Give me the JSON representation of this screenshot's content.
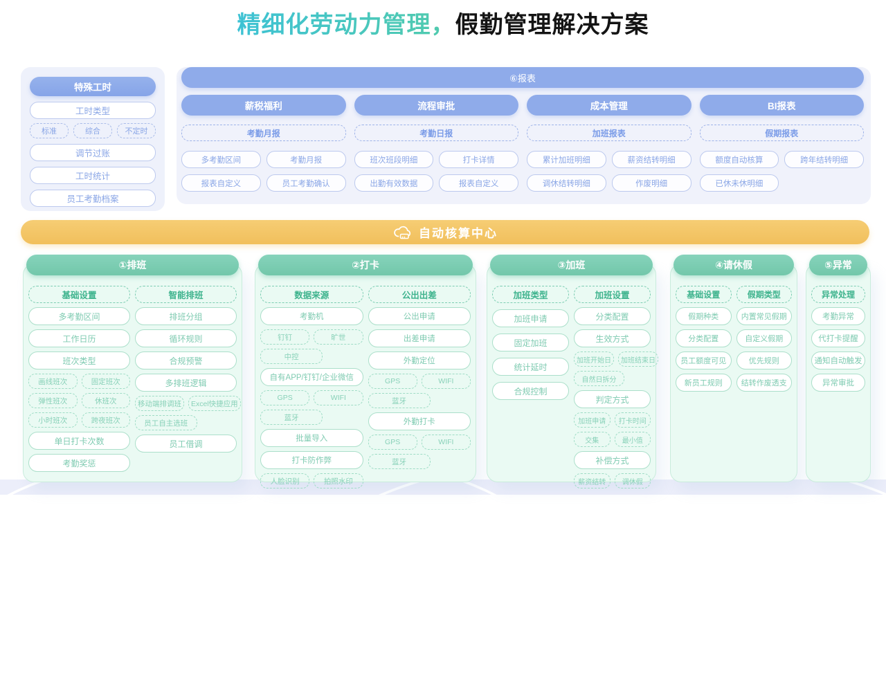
{
  "title": {
    "highlight": "精细化劳动力管理，",
    "rest": "假勤管理解决方案"
  },
  "colors": {
    "blue": "#8fabea",
    "green": "#7fceb5",
    "orange": "#f3c569",
    "teal_gradient": [
      "#3ec2d4",
      "#52cbac"
    ]
  },
  "special_hours": {
    "header": "特殊工时",
    "rows": [
      {
        "type": "solid",
        "label": "工时类型"
      },
      {
        "type": "dashrow",
        "labels": [
          "标准",
          "综合",
          "不定时"
        ]
      },
      {
        "type": "solid",
        "label": "调节过账"
      },
      {
        "type": "solid",
        "label": "工时统计"
      },
      {
        "type": "solid",
        "label": "员工考勤档案"
      }
    ]
  },
  "reports": {
    "header": "⑥报表",
    "sections": [
      {
        "title": "薪税福利",
        "badge": "考勤月报",
        "items": [
          "多考勤区间",
          "考勤月报",
          "报表自定义",
          "员工考勤确认"
        ]
      },
      {
        "title": "流程审批",
        "badge": "考勤日报",
        "items": [
          "班次班段明细",
          "打卡详情",
          "出勤有效数据",
          "报表自定义"
        ]
      },
      {
        "title": "成本管理",
        "badge": "加班报表",
        "items": [
          "累计加班明细",
          "薪资结转明细",
          "调休结转明细",
          "作废明细"
        ]
      },
      {
        "title": "BI报表",
        "badge": "假期报表",
        "items": [
          "额度自动核算",
          "跨年结转明细",
          "已休未休明细"
        ]
      }
    ]
  },
  "auto_center": {
    "label": "自动核算中心",
    "icon": "cloud-server-icon"
  },
  "modules": [
    {
      "header": "①排班",
      "cols": [
        [
          {
            "t": "section",
            "l": "基础设置"
          },
          {
            "t": "solid",
            "l": "多考勤区间"
          },
          {
            "t": "solid",
            "l": "工作日历"
          },
          {
            "t": "solid",
            "l": "班次类型"
          },
          {
            "t": "dashrow",
            "ls": [
              "画线班次",
              "固定班次"
            ]
          },
          {
            "t": "dashrow",
            "ls": [
              "弹性班次",
              "休班次"
            ]
          },
          {
            "t": "dashrow",
            "ls": [
              "小时班次",
              "跨夜班次"
            ]
          },
          {
            "t": "solid",
            "l": "单日打卡次数"
          },
          {
            "t": "solid",
            "l": "考勤奖惩"
          }
        ],
        [
          {
            "t": "section",
            "l": "智能排班"
          },
          {
            "t": "solid",
            "l": "排班分组"
          },
          {
            "t": "solid",
            "l": "循环规则"
          },
          {
            "t": "solid",
            "l": "合规预警"
          },
          {
            "t": "solid",
            "l": "多排班逻辑"
          },
          {
            "t": "dashrow",
            "ls": [
              "移动端排调班",
              "Excel快捷应用"
            ]
          },
          {
            "t": "dashrow",
            "ls": [
              "员工自主选班"
            ]
          },
          {
            "t": "solid",
            "l": "员工借调"
          }
        ]
      ]
    },
    {
      "header": "②打卡",
      "cols": [
        [
          {
            "t": "section",
            "l": "数据来源"
          },
          {
            "t": "solid",
            "l": "考勤机"
          },
          {
            "t": "dashrow",
            "ls": [
              "钉钉",
              "旷世"
            ]
          },
          {
            "t": "dashrow",
            "ls": [
              "中控"
            ]
          },
          {
            "t": "solid",
            "l": "自有APP/钉钉/企业微信"
          },
          {
            "t": "dashrow",
            "ls": [
              "GPS",
              "WIFI"
            ]
          },
          {
            "t": "dashrow",
            "ls": [
              "蓝牙"
            ]
          },
          {
            "t": "solid",
            "l": "批量导入"
          },
          {
            "t": "solid",
            "l": "打卡防作弊"
          },
          {
            "t": "dashrow",
            "ls": [
              "人脸识别",
              "拍照水印"
            ]
          }
        ],
        [
          {
            "t": "section",
            "l": "公出出差"
          },
          {
            "t": "solid",
            "l": "公出申请"
          },
          {
            "t": "solid",
            "l": "出差申请"
          },
          {
            "t": "solid",
            "l": "外勤定位"
          },
          {
            "t": "dashrow",
            "ls": [
              "GPS",
              "WIFI"
            ]
          },
          {
            "t": "dashrow",
            "ls": [
              "蓝牙"
            ]
          },
          {
            "t": "solid",
            "l": "外勤打卡"
          },
          {
            "t": "dashrow",
            "ls": [
              "GPS",
              "WIFI"
            ]
          },
          {
            "t": "dashrow",
            "ls": [
              "蓝牙"
            ]
          }
        ]
      ]
    },
    {
      "header": "③加班",
      "cols": [
        [
          {
            "t": "section",
            "l": "加班类型"
          },
          {
            "t": "solid",
            "l": "加班申请"
          },
          {
            "t": "solid",
            "l": "固定加班"
          },
          {
            "t": "solid",
            "l": "统计延时"
          },
          {
            "t": "solid",
            "l": "合规控制"
          }
        ],
        [
          {
            "t": "section",
            "l": "加班设置"
          },
          {
            "t": "solid",
            "l": "分类配置"
          },
          {
            "t": "solid",
            "l": "生效方式"
          },
          {
            "t": "dashrow",
            "ls": [
              "加班开始日",
              "加班结束日"
            ]
          },
          {
            "t": "dashrow",
            "ls": [
              "自然日拆分"
            ]
          },
          {
            "t": "solid",
            "l": "判定方式"
          },
          {
            "t": "dashrow",
            "ls": [
              "加班申请",
              "打卡时间"
            ]
          },
          {
            "t": "dashrow",
            "ls": [
              "交集",
              "最小值"
            ]
          },
          {
            "t": "solid",
            "l": "补偿方式"
          },
          {
            "t": "dashrow",
            "ls": [
              "薪资结转",
              "调休假"
            ]
          }
        ]
      ]
    },
    {
      "header": "④请休假",
      "cols": [
        [
          {
            "t": "section",
            "l": "基础设置"
          },
          {
            "t": "solid",
            "l": "假期种类"
          },
          {
            "t": "solid",
            "l": "分类配置"
          },
          {
            "t": "solid",
            "l": "员工额度可见"
          },
          {
            "t": "solid",
            "l": "新员工规则"
          }
        ],
        [
          {
            "t": "section",
            "l": "假期类型"
          },
          {
            "t": "solid",
            "l": "内置常见假期"
          },
          {
            "t": "solid",
            "l": "自定义假期"
          },
          {
            "t": "solid",
            "l": "优先规则"
          },
          {
            "t": "solid",
            "l": "结转作废透支"
          }
        ]
      ]
    },
    {
      "header": "⑤异常",
      "cols": [
        [
          {
            "t": "section",
            "l": "异常处理"
          },
          {
            "t": "solid",
            "l": "考勤异常"
          },
          {
            "t": "solid",
            "l": "代打卡提醒"
          },
          {
            "t": "solid",
            "l": "通知自动触发"
          },
          {
            "t": "solid",
            "l": "异常审批"
          }
        ]
      ]
    }
  ]
}
